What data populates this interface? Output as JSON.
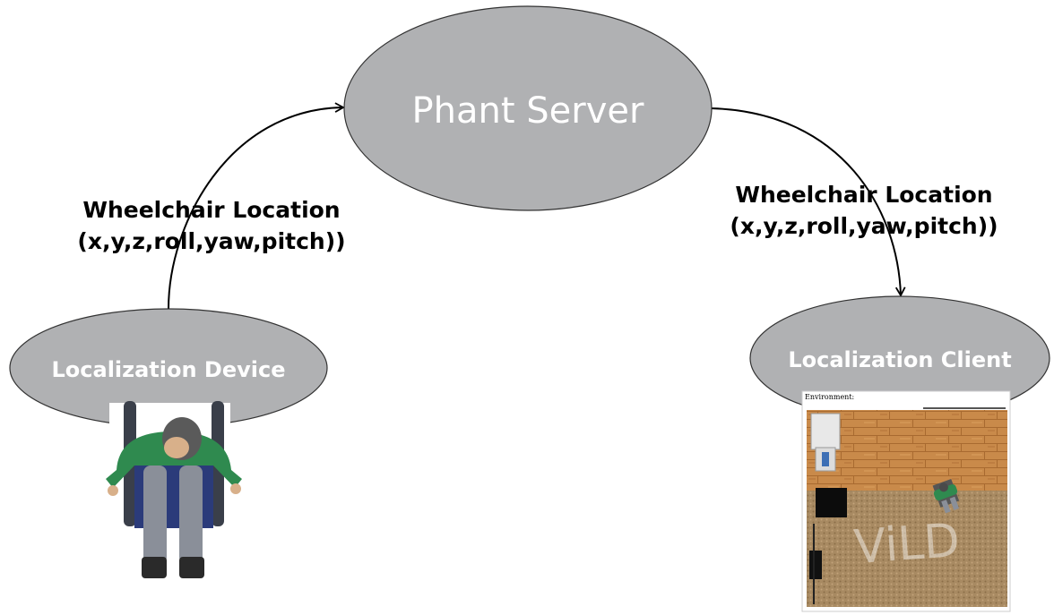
{
  "nodes": {
    "server": {
      "label": "Phant Server",
      "fill": "#b0b1b3"
    },
    "device": {
      "label": "Localization Device",
      "fill": "#b0b1b3"
    },
    "client": {
      "label": "Localization Client",
      "fill": "#b0b1b3"
    }
  },
  "edges": {
    "left": {
      "line1": "Wheelchair Location",
      "line2": "(x,y,z,roll,yaw,pitch))"
    },
    "right": {
      "line1": "Wheelchair Location",
      "line2": "(x,y,z,roll,yaw,pitch))"
    }
  },
  "client_screenshot": {
    "header": "Environment:",
    "watermark": "ViLD",
    "floor_color": "#c98a4a",
    "rug_color": "#a88a62"
  }
}
